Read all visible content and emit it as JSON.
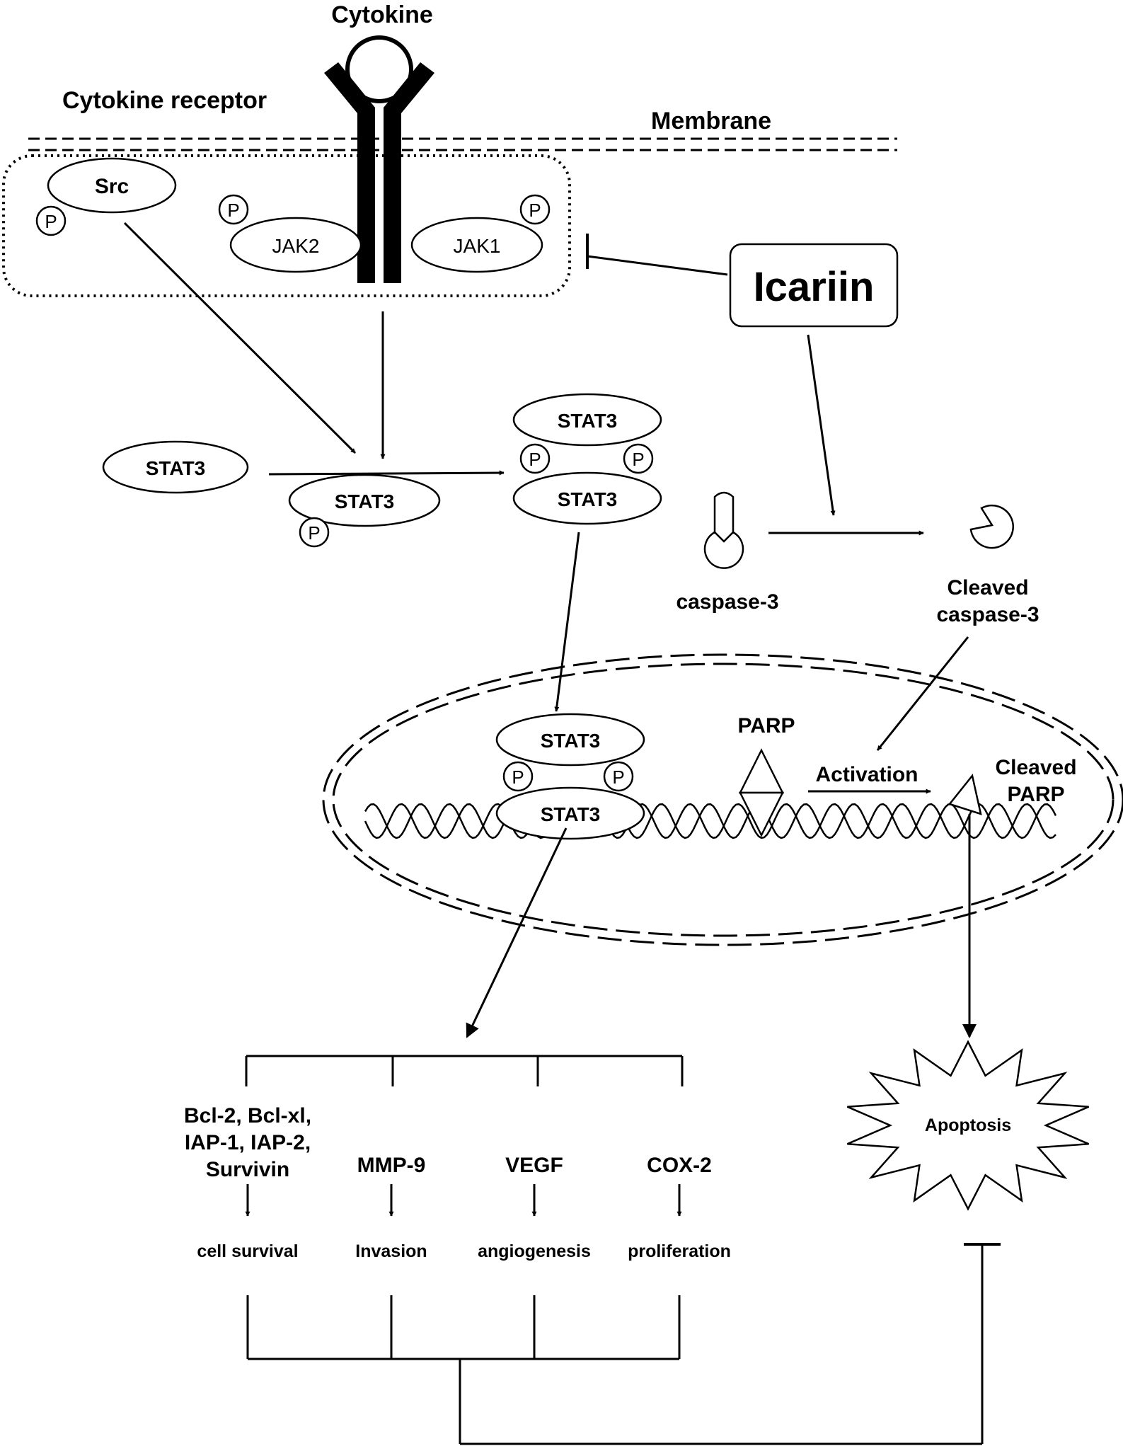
{
  "labels": {
    "cytokine": "Cytokine",
    "cytokine_receptor": "Cytokine receptor",
    "membrane": "Membrane",
    "src": "Src",
    "jak2": "JAK2",
    "jak1": "JAK1",
    "phospho": "P",
    "drug": "Icariin",
    "stat3": "STAT3",
    "caspase3": "caspase-3",
    "cleaved_caspase3_line1": "Cleaved",
    "cleaved_caspase3_line2": "caspase-3",
    "parp": "PARP",
    "activation": "Activation",
    "cleaved_parp_line1": "Cleaved",
    "cleaved_parp_line2": "PARP",
    "apoptosis": "Apoptosis"
  },
  "targets": [
    {
      "genes": [
        "Bcl-2, Bcl-xl,",
        "IAP-1, IAP-2,",
        "Survivin"
      ],
      "effect": "cell survival"
    },
    {
      "genes": [
        "MMP-9"
      ],
      "effect": "Invasion"
    },
    {
      "genes": [
        "VEGF"
      ],
      "effect": "angiogenesis"
    },
    {
      "genes": [
        "COX-2"
      ],
      "effect": "proliferation"
    }
  ]
}
